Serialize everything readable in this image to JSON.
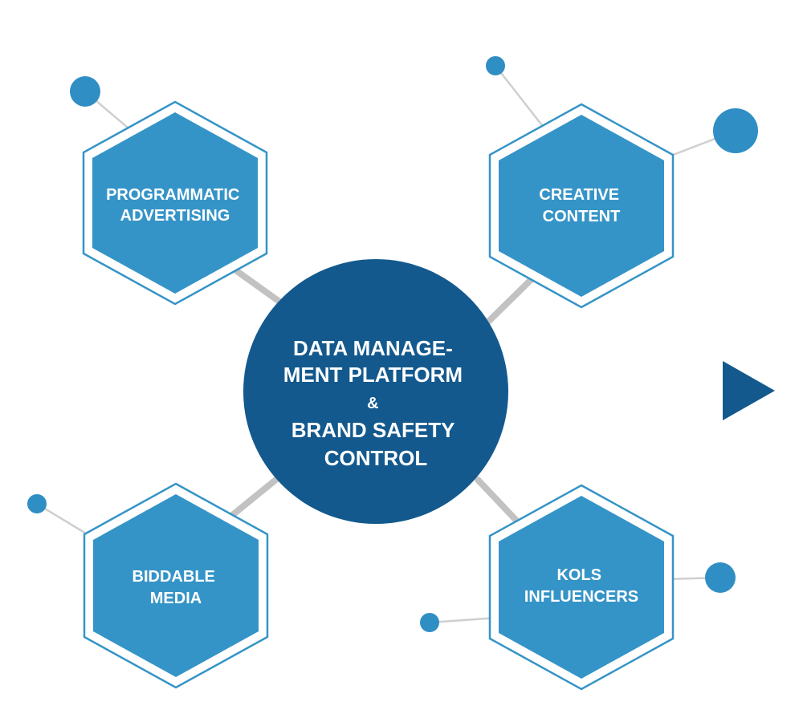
{
  "diagram": {
    "center": {
      "lines": [
        "DATA MANAGE-",
        "MENT PLATFORM",
        "&",
        "BRAND SAFETY",
        "CONTROL"
      ]
    },
    "nodes": [
      {
        "id": "programmatic-advertising",
        "lines": [
          "PROGRAMMATIC",
          "ADVERTISING"
        ]
      },
      {
        "id": "creative-content",
        "lines": [
          "CREATIVE",
          "CONTENT"
        ]
      },
      {
        "id": "biddable-media",
        "lines": [
          "BIDDABLE",
          "MEDIA"
        ]
      },
      {
        "id": "kols-influencers",
        "lines": [
          "KOLS",
          "INFLUENCERS"
        ]
      }
    ],
    "colors": {
      "hex_fill": "#3594c7",
      "hex_outline": "#3594c7",
      "center_fill": "#13598d",
      "connector": "#c2c2c2",
      "satellite_line": "#cfcfcf",
      "satellite_dot": "#2f8ec4",
      "arrow": "#13598d",
      "text": "#ffffff"
    }
  }
}
